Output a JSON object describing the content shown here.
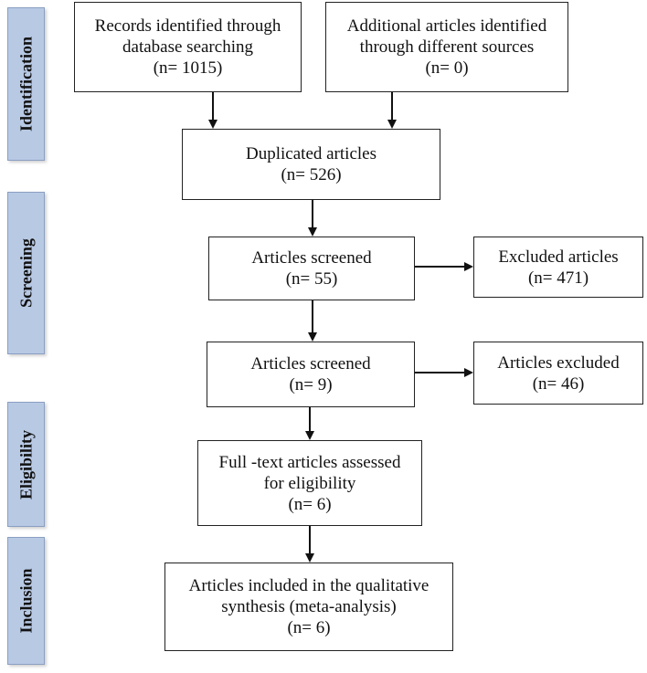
{
  "stages": {
    "identification": "Identification",
    "screening": "Screening",
    "eligibility": "Eligibility",
    "inclusion": "Inclusion"
  },
  "boxes": {
    "records": {
      "line1": "Records identified through",
      "line2": "database searching",
      "line3": "(n= 1015)"
    },
    "additional": {
      "line1": "Additional articles identified",
      "line2": "through different sources",
      "line3": "(n= 0)"
    },
    "duplicated": {
      "line1": "Duplicated articles",
      "line2": "(n= 526)"
    },
    "screened1": {
      "line1": "Articles screened",
      "line2": "(n= 55)"
    },
    "excluded1": {
      "line1": "Excluded articles",
      "line2": "(n= 471)"
    },
    "screened2": {
      "line1": "Articles screened",
      "line2": "(n= 9)"
    },
    "excluded2": {
      "line1": "Articles excluded",
      "line2": "(n= 46)"
    },
    "fulltext": {
      "line1": "Full -text articles assessed",
      "line2": "for eligibility",
      "line3": "(n= 6)"
    },
    "included": {
      "line1": "Articles included in the qualitative",
      "line2": "synthesis (meta-analysis)",
      "line3": "(n= 6)"
    }
  },
  "colors": {
    "stage_fill": "#b8c9e4",
    "box_border": "#222222",
    "arrow": "#111111"
  }
}
